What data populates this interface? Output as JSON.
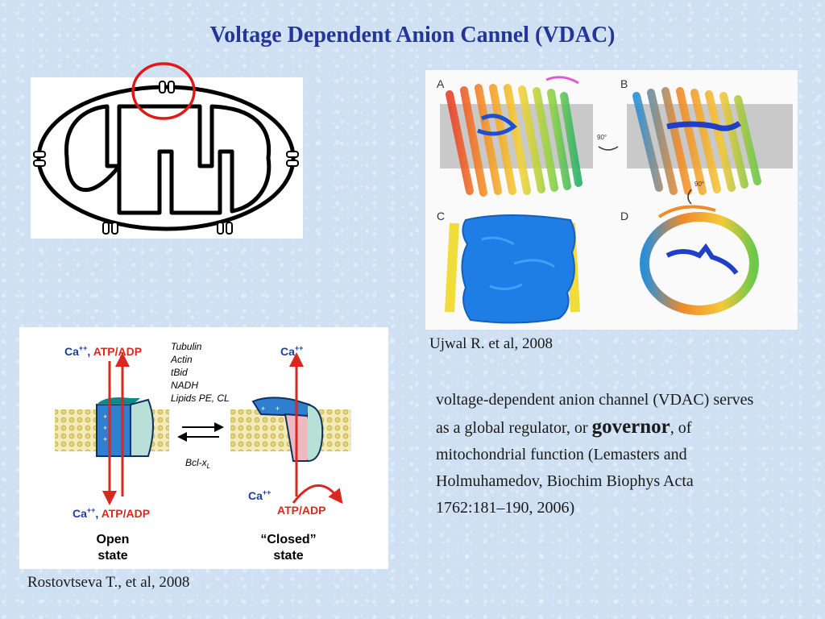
{
  "slide": {
    "title": "Voltage Dependent Anion Cannel (VDAC)"
  },
  "structure_figure": {
    "panel_labels": [
      "A",
      "B",
      "C",
      "D"
    ],
    "rotation_labels": [
      "90°",
      "90°"
    ],
    "caption": "Ujwal R. et al, 2008"
  },
  "gating_figure": {
    "left_top": {
      "ca": "Ca",
      "ca_sup": "++",
      "sep": ", ",
      "atp": "ATP/ADP"
    },
    "right_top": {
      "ca": "Ca",
      "ca_sup": "++"
    },
    "left_bottom": {
      "ca": "Ca",
      "ca_sup": "++",
      "sep": ", ",
      "atp": "ATP/ADP"
    },
    "right_bottom_ca": {
      "ca": "Ca",
      "ca_sup": "++"
    },
    "right_bottom_atp": "ATP/ADP",
    "modulators": [
      "Tubulin",
      "Actin",
      "tBid",
      "NADH",
      "Lipids PE, CL"
    ],
    "bcl": {
      "main": "Bcl-x",
      "sub": "L"
    },
    "open_state": [
      "Open",
      "state"
    ],
    "closed_state": [
      "“Closed”",
      "state"
    ],
    "caption": "Rostovtseva T., et al, 2008"
  },
  "description": {
    "part1": "voltage-dependent anion channel (VDAC) serves as a global regulator, or ",
    "emphasis": "governor",
    "part2": ", of mitochondrial function (Lemasters and Holmuhamedov, Biochim Biophys Acta 1762:181–190, 2006)"
  },
  "colors": {
    "title": "#23349a",
    "highlight_circle": "#e01818",
    "arrow_red": "#d9281e",
    "ca_blue": "#1f3f9a",
    "channel_blue": "#2f7fd0",
    "membrane_yellow": "#efe4a2"
  }
}
